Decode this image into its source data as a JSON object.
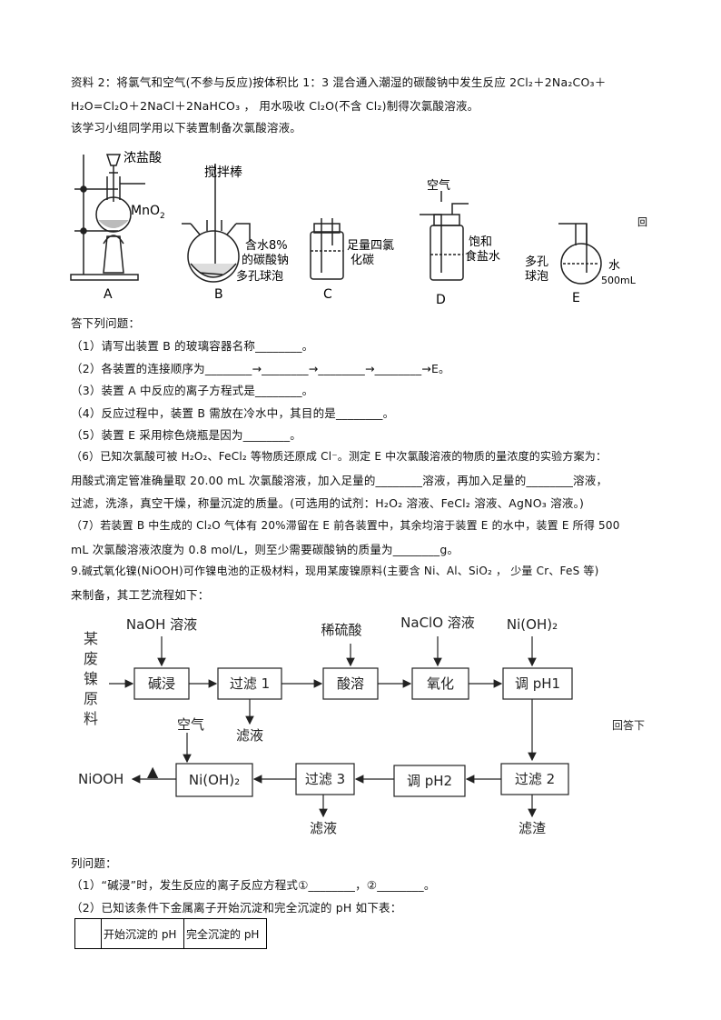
{
  "intro": {
    "line1": "资料 2：将氯气和空气(不参与反应)按体积比 1：3 混合通入潮湿的碳酸钠中发生反应 2Cl₂＋2Na₂CO₃＋",
    "line2": "H₂O=Cl₂O＋2NaCl＋2NaHCO₃    ，  用水吸收 Cl₂O(不含 Cl₂)制得次氯酸溶液。",
    "line3": "该学习小组同学用以下装置制备次氯酸溶液。"
  },
  "apparatus": {
    "a_reagent": "浓盐酸",
    "a_solid": "MnO",
    "a_solid_sub": "2",
    "b_rod": "搅拌棒",
    "b_liq1": "含水8%",
    "b_liq2": "的碳酸钠",
    "b_bubble": "多孔球泡",
    "c_liq1": "足量四氯",
    "c_liq2": "化碳",
    "d_air": "空气",
    "d_liq1": "饱和",
    "d_liq2": "食盐水",
    "e_bubble1": "多孔",
    "e_bubble2": "球泡",
    "e_water": "水",
    "e_vol": "500mL",
    "labels": [
      "A",
      "B",
      "C",
      "D",
      "E"
    ],
    "side_text": "回"
  },
  "questions": {
    "lead": "答下列问题：",
    "q1": "（1）请写出装置 B 的玻璃容器名称________。",
    "q2": "（2）各装置的连接顺序为________→________→________→________→E。",
    "q3": "（3）装置 A 中反应的离子方程式是________。",
    "q4": "（4）反应过程中，装置 B 需放在冷水中，其目的是________。",
    "q5": "（5）装置 E 采用棕色烧瓶是因为________。",
    "q6a": "（6）已知次氯酸可被 H₂O₂、FeCl₂ 等物质还原成 Cl⁻。测定 E 中次氯酸溶液的物质的量浓度的实验方案为：",
    "q6b": "用酸式滴定管准确量取 20.00 mL 次氯酸溶液，加入足量的________溶液，再加入足量的________溶液，",
    "q6c": "过滤，洗涤，真空干燥，称量沉淀的质量。(可选用的试剂：H₂O₂ 溶液、FeCl₂ 溶液、AgNO₃ 溶液。)",
    "q7a": "（7）若装置 B 中生成的 Cl₂O 气体有 20%滞留在 E 前各装置中，其余均溶于装置 E 的水中，装置 E 所得 500",
    "q7b": "mL 次氯酸溶液浓度为 0.8 mol/L，则至少需要碳酸钠的质量为________g。"
  },
  "q9": {
    "line1": "9.碱式氧化镍(NiOOH)可作镍电池的正极材料，现用某废镍原料(主要含 Ni、Al、SiO₂    ，  少量 Cr、FeS 等)",
    "line2": "来制备，其工艺流程如下："
  },
  "flow": {
    "raw_material": [
      "某",
      "废",
      "镍",
      "原",
      "料"
    ],
    "row1_boxes": [
      "碱浸",
      "过滤 1",
      "酸溶",
      "氧化",
      "调 pH1"
    ],
    "row1_inputs": [
      "NaOH 溶液",
      "稀硫酸",
      "NaClO 溶液",
      "Ni(OH)₂"
    ],
    "filtrate": "滤液",
    "air": "空气",
    "row2_boxes": [
      "Ni(OH)₂",
      "过滤 3",
      "调 pH2",
      "过滤 2"
    ],
    "filtrate2": "滤液",
    "residue": "滤渣",
    "product": "NiOOH",
    "triangle": "▲",
    "side_text": "回答下"
  },
  "tail": {
    "lead": "列问题：",
    "sub1": "（1）“碱浸”时，发生反应的离子反应方程式①________，②________。",
    "sub2": "（2）已知该条件下金属离子开始沉淀和完全沉淀的 pH 如下表："
  },
  "table": {
    "headers": [
      "",
      "开始沉淀的 pH",
      "完全沉淀的 pH"
    ]
  }
}
